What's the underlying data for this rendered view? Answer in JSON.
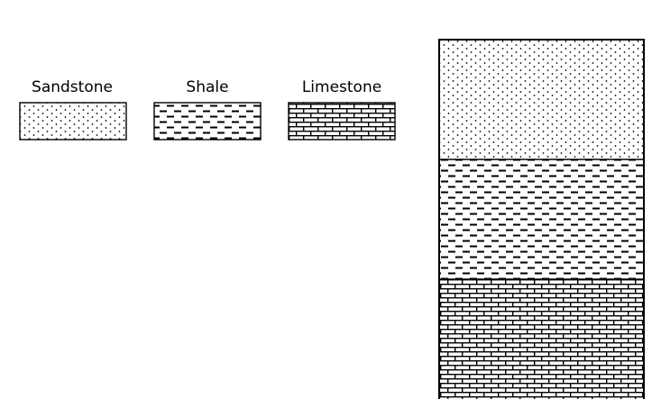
{
  "legend": {
    "items": [
      {
        "label": "Sandstone",
        "pattern": "dots"
      },
      {
        "label": "Shale",
        "pattern": "dashes"
      },
      {
        "label": "Limestone",
        "pattern": "bricks"
      }
    ]
  },
  "column": {
    "layers": [
      {
        "rock": "Sandstone",
        "pattern": "dots"
      },
      {
        "rock": "Shale",
        "pattern": "dashes"
      },
      {
        "rock": "Limestone",
        "pattern": "bricks"
      }
    ]
  },
  "colors": {
    "ink": "#000000",
    "background": "#ffffff"
  }
}
